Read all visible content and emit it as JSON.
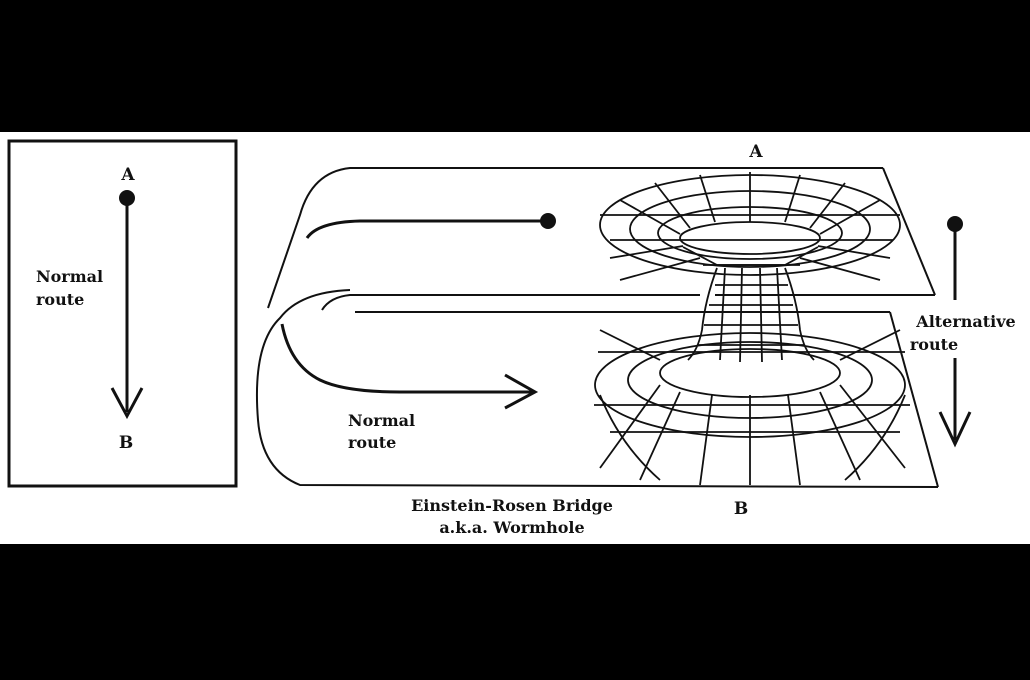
{
  "colors": {
    "background": "#000000",
    "panel": "#ffffff",
    "ink": "#111111"
  },
  "left_panel": {
    "point_a": "A",
    "point_b": "B",
    "route_line1": "Normal",
    "route_line2": "route"
  },
  "wormhole": {
    "point_a": "A",
    "point_b": "B",
    "normal_route_line1": "Normal",
    "normal_route_line2": "route",
    "alt_route_line1": "Alternative",
    "alt_route_line2": "route",
    "caption_line1": "Einstein-Rosen Bridge",
    "caption_line2": "a.k.a. Wormhole"
  }
}
